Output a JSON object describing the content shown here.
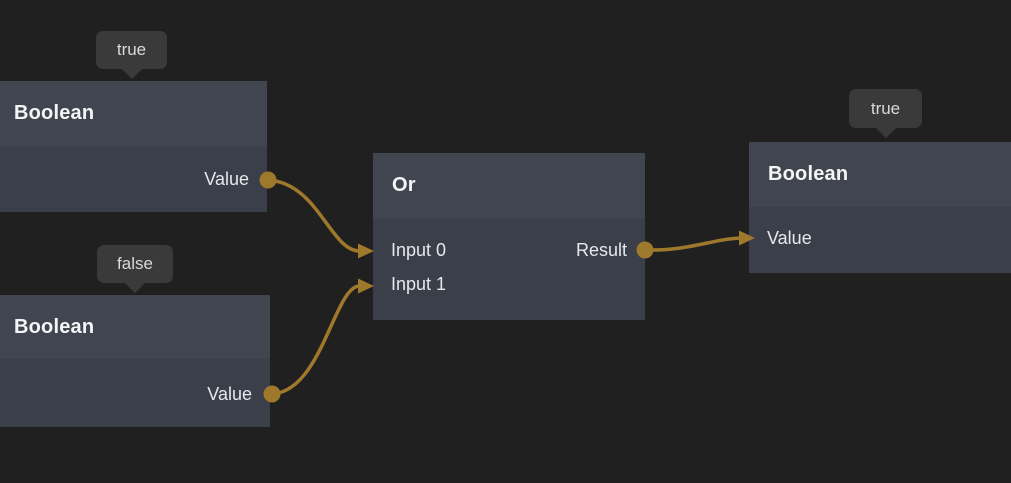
{
  "app": {
    "name": "visual-scripting-node-graph"
  },
  "colors": {
    "background": "#202020",
    "node_header": "#404550",
    "node_body": "#3b3f4a",
    "tooltip_bg": "#3a3a3a",
    "wire_accent": "#9e782b",
    "title_text": "#f4f5f7",
    "label_text": "#e6e8ec"
  },
  "nodes": {
    "boolean_true_1": {
      "title": "Boolean",
      "value_tooltip": "true",
      "output_label": "Value"
    },
    "boolean_false": {
      "title": "Boolean",
      "value_tooltip": "false",
      "output_label": "Value"
    },
    "or": {
      "title": "Or",
      "input0_label": "Input 0",
      "input1_label": "Input 1",
      "output_label": "Result"
    },
    "boolean_result": {
      "title": "Boolean",
      "value_tooltip": "true",
      "input_label": "Value"
    }
  },
  "edges": [
    {
      "from": "boolean_true_1.Value",
      "to": "or.Input 0"
    },
    {
      "from": "boolean_false.Value",
      "to": "or.Input 1"
    },
    {
      "from": "or.Result",
      "to": "boolean_result.Value"
    }
  ]
}
